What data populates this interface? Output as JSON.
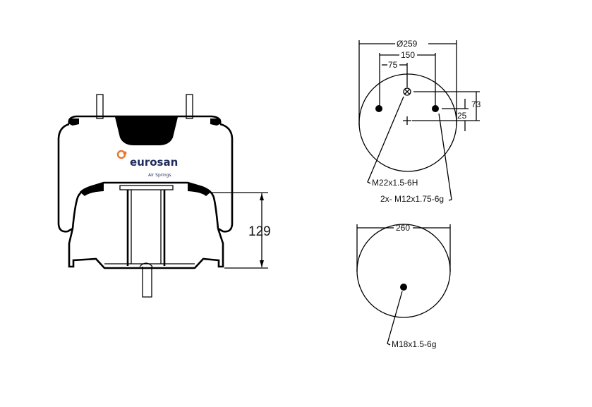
{
  "side_view": {
    "brand": "eurosan",
    "brand_sub": "Air Springs",
    "height_dim": "129",
    "brand_color": "#1f2c5c",
    "logo_color": "#e8782a"
  },
  "top_view": {
    "diameter": "Ø259",
    "stud_spacing": "150",
    "half_spacing": "75",
    "offset_large": "73",
    "offset_small": "25",
    "air_inlet_thread": "M22x1.5-6H",
    "stud_thread": "2x- M12x1.75-6g"
  },
  "bottom_view": {
    "diameter": "260",
    "stud_thread": "M18x1.5-6g"
  }
}
